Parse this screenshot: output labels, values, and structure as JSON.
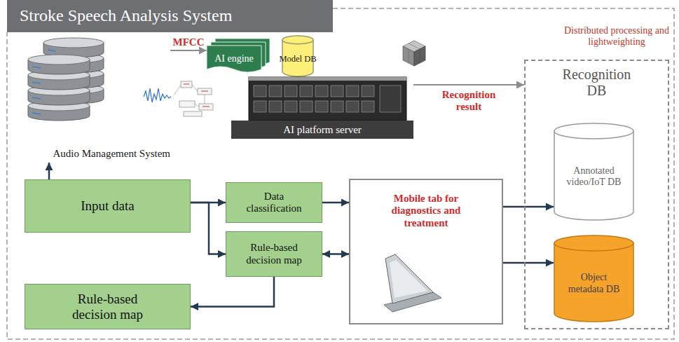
{
  "diagram": {
    "title": "Stroke Speech Analysis System",
    "nodes": [
      {
        "text": [
          "Audio Management System"
        ]
      },
      {
        "text": [
          "AI engine"
        ]
      },
      {
        "text": [
          "Model DB"
        ]
      },
      {
        "text": [
          "AI platform server"
        ]
      },
      {
        "text": [
          "Recognition DB"
        ]
      },
      {
        "text": [
          "Annotated video/IoT DB"
        ],
        "in": 4
      },
      {
        "text": [
          "Object metadata DB"
        ],
        "in": 4
      },
      {
        "text": [
          "Input data"
        ]
      },
      {
        "text": [
          "Data classification"
        ]
      },
      {
        "text": [
          "Mobile tab for diagnostics and treatment"
        ]
      },
      {
        "text": [
          "Rule-based decision map"
        ]
      },
      {
        "text": [
          "Rule-based decision map"
        ]
      }
    ],
    "edges": [
      {
        "from": 0,
        "to": 1,
        "label": "MFCC",
        "arrow": "to"
      },
      {
        "from": 3,
        "to": 4,
        "label": "Recognition result",
        "arrow": "to"
      },
      {
        "from": 7,
        "to": 0,
        "arrow": "to"
      },
      {
        "from": 7,
        "to": 8,
        "arrow": "to"
      },
      {
        "from": 7,
        "to": 10,
        "arrow": "to"
      },
      {
        "from": 8,
        "to": 9,
        "arrow": "to"
      },
      {
        "from": 10,
        "to": 9,
        "arrow": "both"
      },
      {
        "from": 10,
        "to": 11,
        "arrow": "to"
      },
      {
        "from": 9,
        "to": 5,
        "arrow": "to"
      },
      {
        "from": 9,
        "to": 6,
        "arrow": "to"
      }
    ],
    "labels": [
      "Distributed processing and lightweighting"
    ]
  }
}
